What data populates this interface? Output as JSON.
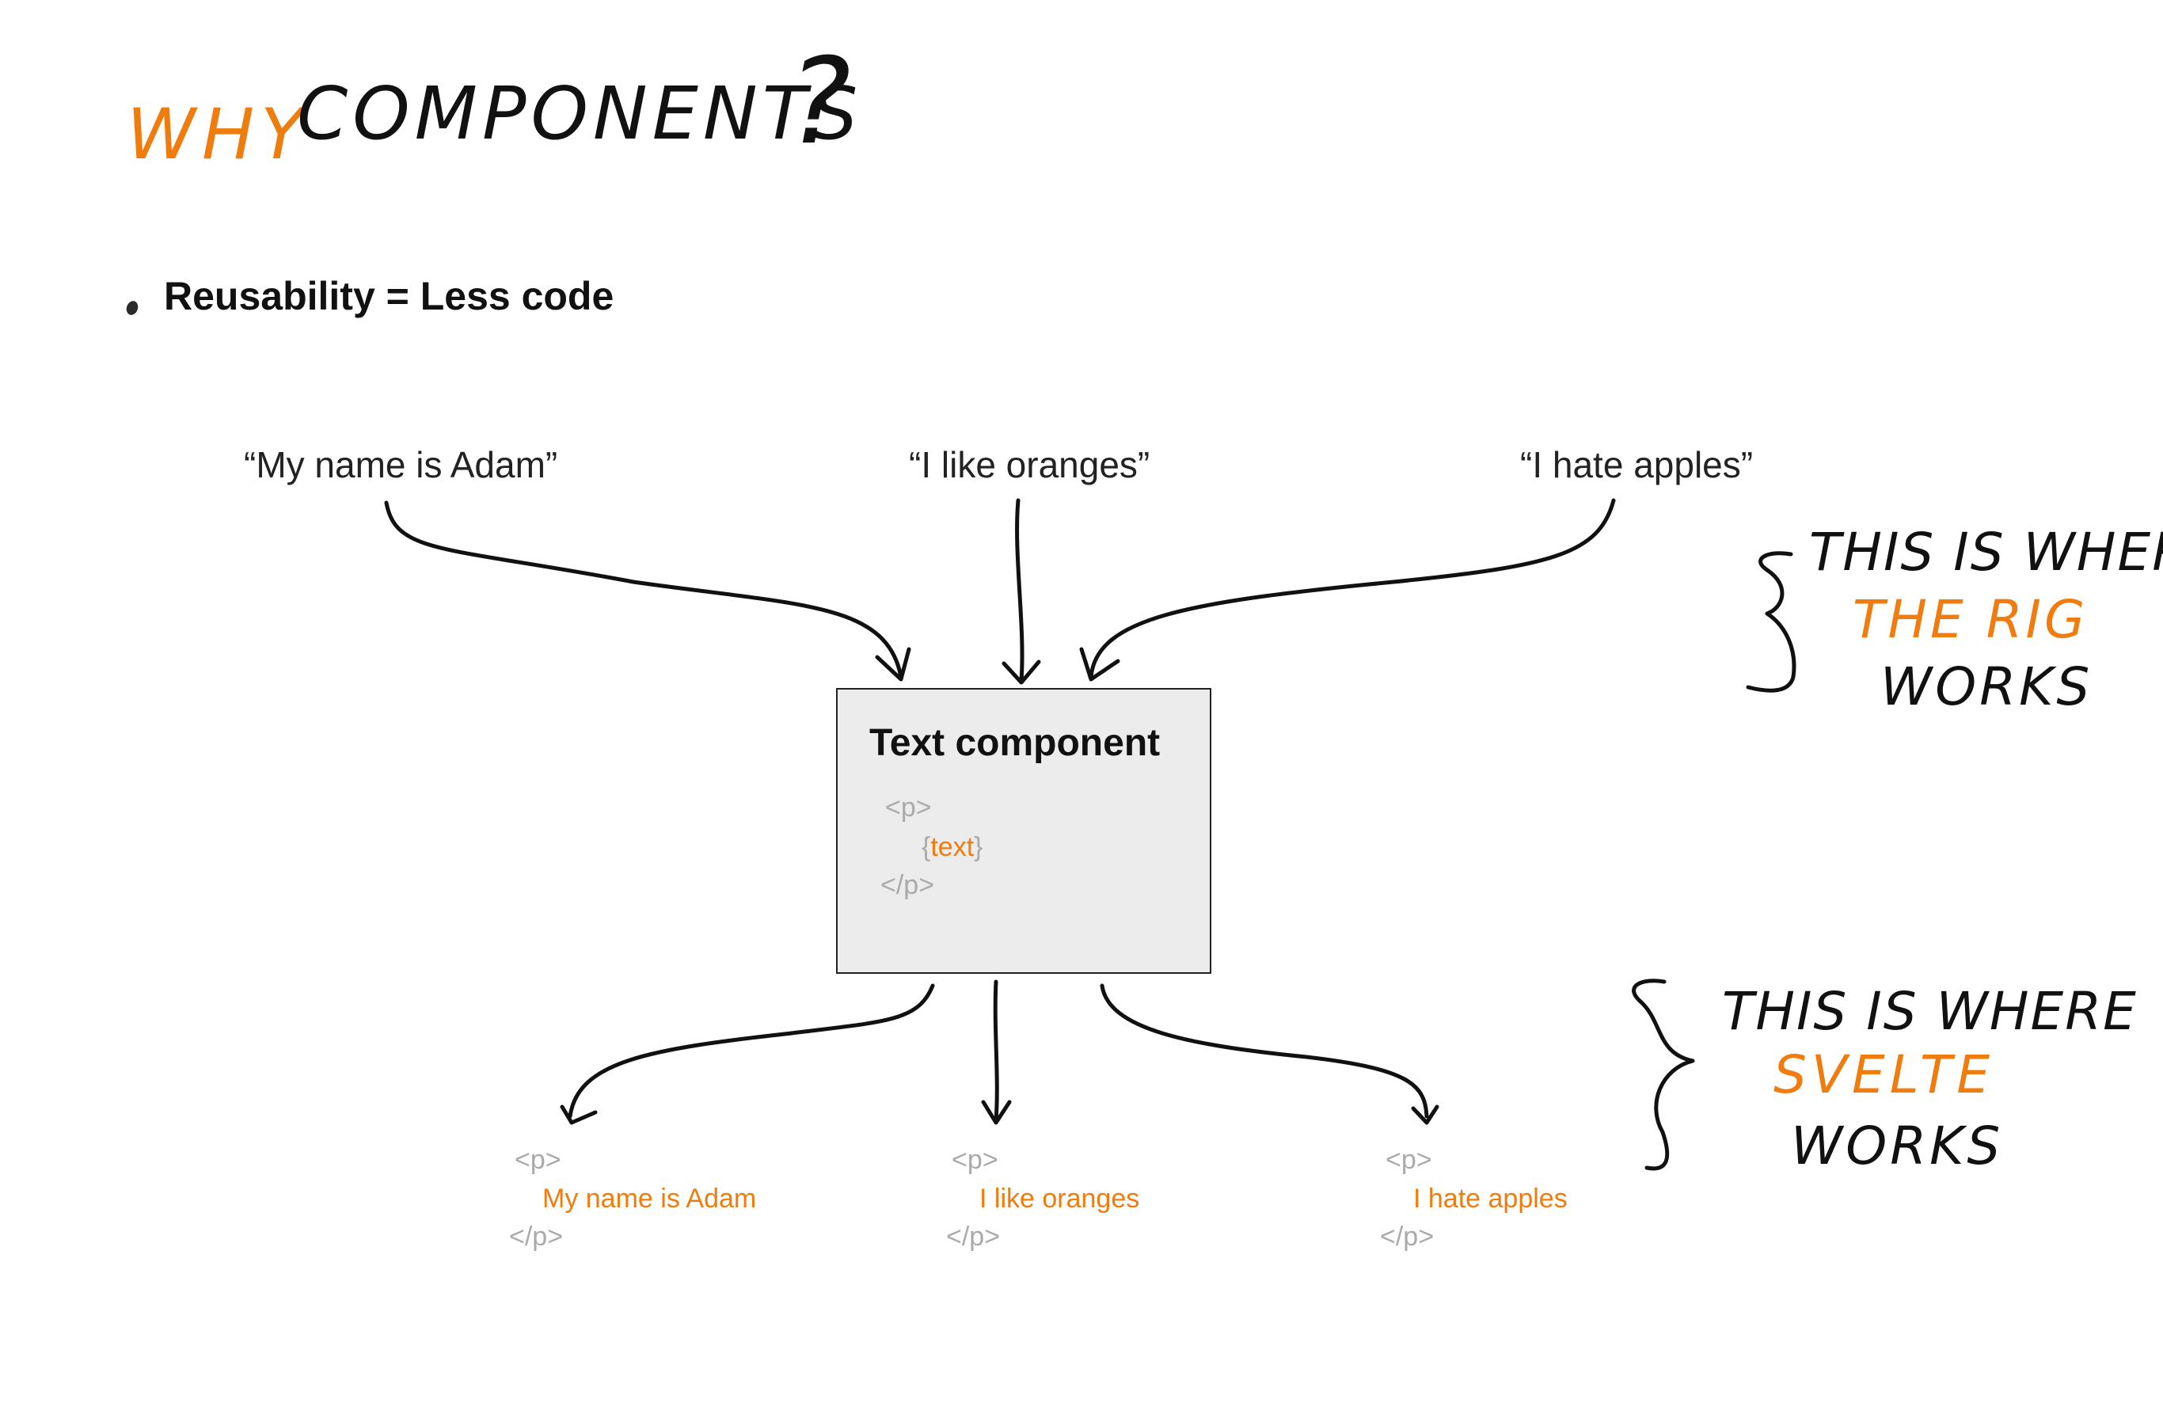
{
  "title": {
    "word_why": "WHY",
    "word_components": "COMPONENTS",
    "question_mark": "?"
  },
  "bullet": {
    "text": "Reusability = Less code"
  },
  "inputs": [
    {
      "label": "“My name is Adam”"
    },
    {
      "label": "“I like oranges”"
    },
    {
      "label": "“I hate apples”"
    }
  ],
  "component": {
    "title": "Text component",
    "code_open": "<p>",
    "code_brace_open": "{",
    "code_var": "text",
    "code_brace_close": "}",
    "code_close": "</p>"
  },
  "outputs": [
    {
      "open": "<p>",
      "text": "My name is Adam",
      "close": "</p>"
    },
    {
      "open": "<p>",
      "text": "I like oranges",
      "close": "</p>"
    },
    {
      "open": "<p>",
      "text": "I hate apples",
      "close": "</p>"
    }
  ],
  "notes": {
    "rig": {
      "line1": "THIS IS WHERE",
      "line2": "THE RIG",
      "line3": "WORKS"
    },
    "svelte": {
      "line1": "THIS IS WHERE",
      "line2": "SVELTE",
      "line3": "WORKS"
    }
  },
  "colors": {
    "accent": "#f07c0e",
    "ink": "#111111",
    "code_gray": "#aaaaaa",
    "box_fill": "#ececec"
  }
}
